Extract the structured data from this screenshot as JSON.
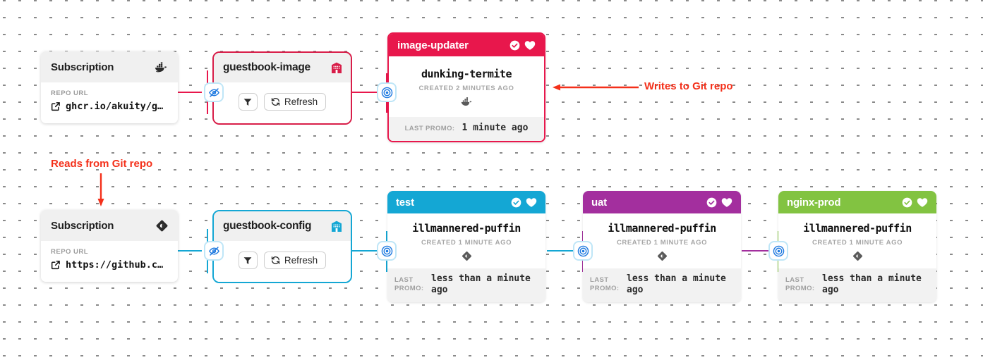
{
  "canvas": {
    "background": "#ffffff",
    "grid_color": "#8a8a8a"
  },
  "colors": {
    "warehouse_image_border": "#d81e49",
    "warehouse_config_border": "#14a7d4",
    "stage_test": "#14a7d4",
    "stage_uat": "#a32f9e",
    "stage_nginx_prod": "#82c341",
    "image_updater": "#e8174c",
    "annotation": "#f4301a",
    "edge_red": "#e8174c",
    "edge_cyan": "#14a7d4",
    "edge_purple": "#a32f9e",
    "edge_green": "#82c341",
    "chip_border": "#bfe6f7",
    "chip_icon": "#1f7ae0"
  },
  "subscriptions": [
    {
      "title": "Subscription",
      "type_icon": "docker-icon",
      "field_label": "REPO URL",
      "url": "ghcr.io/akuity/g…",
      "link_icon": "external-link-icon"
    },
    {
      "title": "Subscription",
      "type_icon": "git-icon",
      "field_label": "REPO URL",
      "url": "https://github.c…",
      "link_icon": "external-link-icon"
    }
  ],
  "warehouses": [
    {
      "name": "guestbook-image",
      "icon": "warehouse-icon",
      "accent": "#d81e49",
      "filter_button": {
        "icon": "filter-icon",
        "label": ""
      },
      "refresh_button": {
        "icon": "refresh-icon",
        "label": "Refresh"
      }
    },
    {
      "name": "guestbook-config",
      "icon": "warehouse-icon",
      "accent": "#14a7d4",
      "filter_button": {
        "icon": "filter-icon",
        "label": ""
      },
      "refresh_button": {
        "icon": "refresh-icon",
        "label": "Refresh"
      }
    }
  ],
  "image_updater": {
    "name": "image-updater",
    "header_icons": [
      "check-circle-icon",
      "heart-icon"
    ],
    "freight_id": "dunking-termite",
    "created": "CREATED 2 MINUTES AGO",
    "freight_origin_icon": "docker-icon",
    "footer_label": "LAST PROMO:",
    "footer_value": "1 minute ago"
  },
  "stages": [
    {
      "name": "test",
      "color": "#14a7d4",
      "header_icons": [
        "check-circle-icon",
        "heart-icon"
      ],
      "freight_id": "illmannered-puffin",
      "created": "CREATED 1 MINUTE AGO",
      "freight_origin_icon": "git-icon",
      "footer_label": "LAST PROMO:",
      "footer_value": "less than a minute ago"
    },
    {
      "name": "uat",
      "color": "#a32f9e",
      "header_icons": [
        "check-circle-icon",
        "heart-icon"
      ],
      "freight_id": "illmannered-puffin",
      "created": "CREATED 1 MINUTE AGO",
      "freight_origin_icon": "git-icon",
      "footer_label": "LAST PROMO:",
      "footer_value": "less than a minute ago"
    },
    {
      "name": "nginx-prod",
      "color": "#82c341",
      "header_icons": [
        "check-circle-icon",
        "heart-icon"
      ],
      "freight_id": "illmannered-puffin",
      "created": "CREATED 1 MINUTE AGO",
      "freight_origin_icon": "git-icon",
      "footer_label": "LAST PROMO:",
      "footer_value": "less than a minute ago"
    }
  ],
  "connector_chips": [
    {
      "icon": "eye-off-icon"
    },
    {
      "icon": "target-icon"
    },
    {
      "icon": "eye-off-icon"
    },
    {
      "icon": "target-icon"
    },
    {
      "icon": "target-icon"
    },
    {
      "icon": "target-icon"
    }
  ],
  "annotations": [
    {
      "text": "Writes to Git repo",
      "arrow": "left"
    },
    {
      "text": "Reads from Git repo",
      "arrow": "down"
    }
  ]
}
